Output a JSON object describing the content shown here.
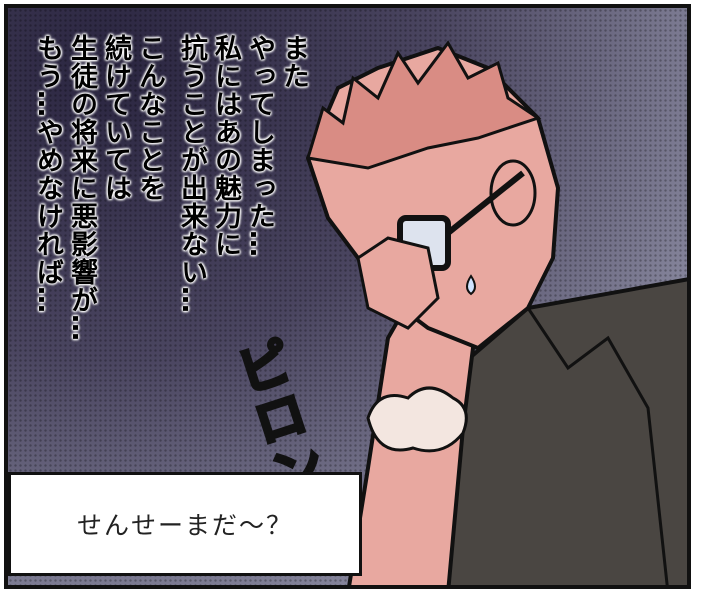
{
  "text_columns": [
    "また",
    "やってしまった…",
    "私にはあの魅力に",
    "抗うことが出来ない…",
    "こんなことを",
    "続けていては",
    "生徒の将来に悪影響が…",
    "もう…やめなければ…"
  ],
  "sfx": "ピロン",
  "caption": "せんせーまだ〜？",
  "colors": {
    "skin": "#e8a8a0",
    "shirt": "#4a4642",
    "sfx": "#7fd13a"
  }
}
